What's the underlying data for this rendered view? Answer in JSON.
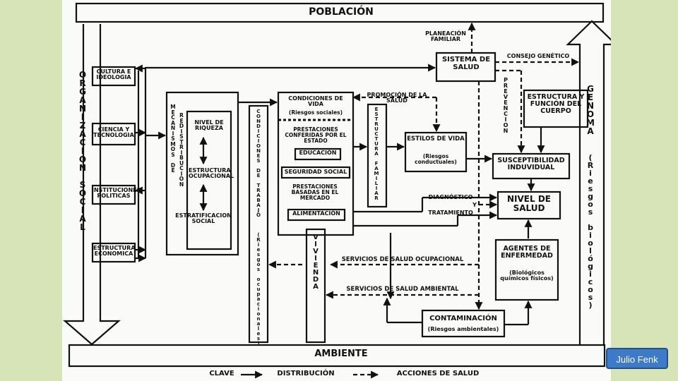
{
  "top_bar": "POBLACIÓN",
  "bottom_bar": "AMBIENTE",
  "left_axis": "ORGANIZACION SOCIAL",
  "right_axis": "GENOMA",
  "right_axis_sub": "(Riesgos biológicos)",
  "organizacion_items": [
    "CULTURA E IDEOLOGIA",
    "CIENCIA Y TECNOLOGIA",
    "INSTITUCIONES POLITICAS",
    "ESTRUCTURA ECONOMICA"
  ],
  "mecanismos": "MECANISMOS DE",
  "redistribucion": "REDISTRIBUCION",
  "riqueza": "NIVEL DE RIQUEZA",
  "estructura_ocupacional": "ESTRUCTURA OCUPACIONAL",
  "estratificacion": "ESTRATIFICACION SOCIAL",
  "condiciones_trabajo": "CONDICIONES DE TRABAJO",
  "riesgos_ocupacionales": "(Riesgos ocupacionales)",
  "condiciones_vida": "CONDICIONES DE VIDA",
  "riesgos_sociales": "(Riesgos sociales)",
  "prestaciones_estado": "PRESTACIONES CONFERIDAS POR EL ESTADO",
  "educacion": "EDUCACIÓN",
  "seguridad_social": "SEGURIDAD SOCIAL",
  "prestaciones_mercado": "PRESTACIONES BASADAS EN EL MERCADO",
  "alimentacion": "ALIMENTACIÓN",
  "estructura_familiar": "ESTRUCTURA FAMILIAR",
  "vivienda": "VIVIENDA",
  "estilos_vida": "ESTILOS DE VIDA",
  "riesgos_conductuales": "(Riesgos conductuales)",
  "sistema_salud": "SISTEMA DE SALUD",
  "planeacion": "PLANEACIÓN FAMILIAR",
  "consejo": "CONSEJO GENÉTICO",
  "promocion": "PROMOCIÓN DE LA SALUD",
  "prevencion": "PREVENCION",
  "estructura_cuerpo": "ESTRUCTURA Y FUNCIÓN DEL CUERPO",
  "susceptibilidad": "SUSCEPTIBILIDAD INDUVIDUAL",
  "diagnostico": "DIAGNÓSTICO",
  "y": "Y",
  "tratamiento": "TRATAMIENTO",
  "nivel_salud": "NIVEL DE SALUD",
  "agentes": "AGENTES DE ENFERMEDAD",
  "agentes_sub": "(Biológicos químicos físicos)",
  "servicios_ocupacional": "SERVICIOS DE SALUD OCUPACIONAL",
  "servicios_ambiental": "SERVICIOS DE SALUD AMBIENTAL",
  "contaminacion": "CONTAMINACIÓN",
  "riesgos_ambientales": "(Riesgos ambientales)",
  "legend_clave": "CLAVE",
  "legend_distribucion": "DISTRIBUCIÓN",
  "legend_acciones": "ACCIONES DE SALUD",
  "badge": "Julio Fenk"
}
